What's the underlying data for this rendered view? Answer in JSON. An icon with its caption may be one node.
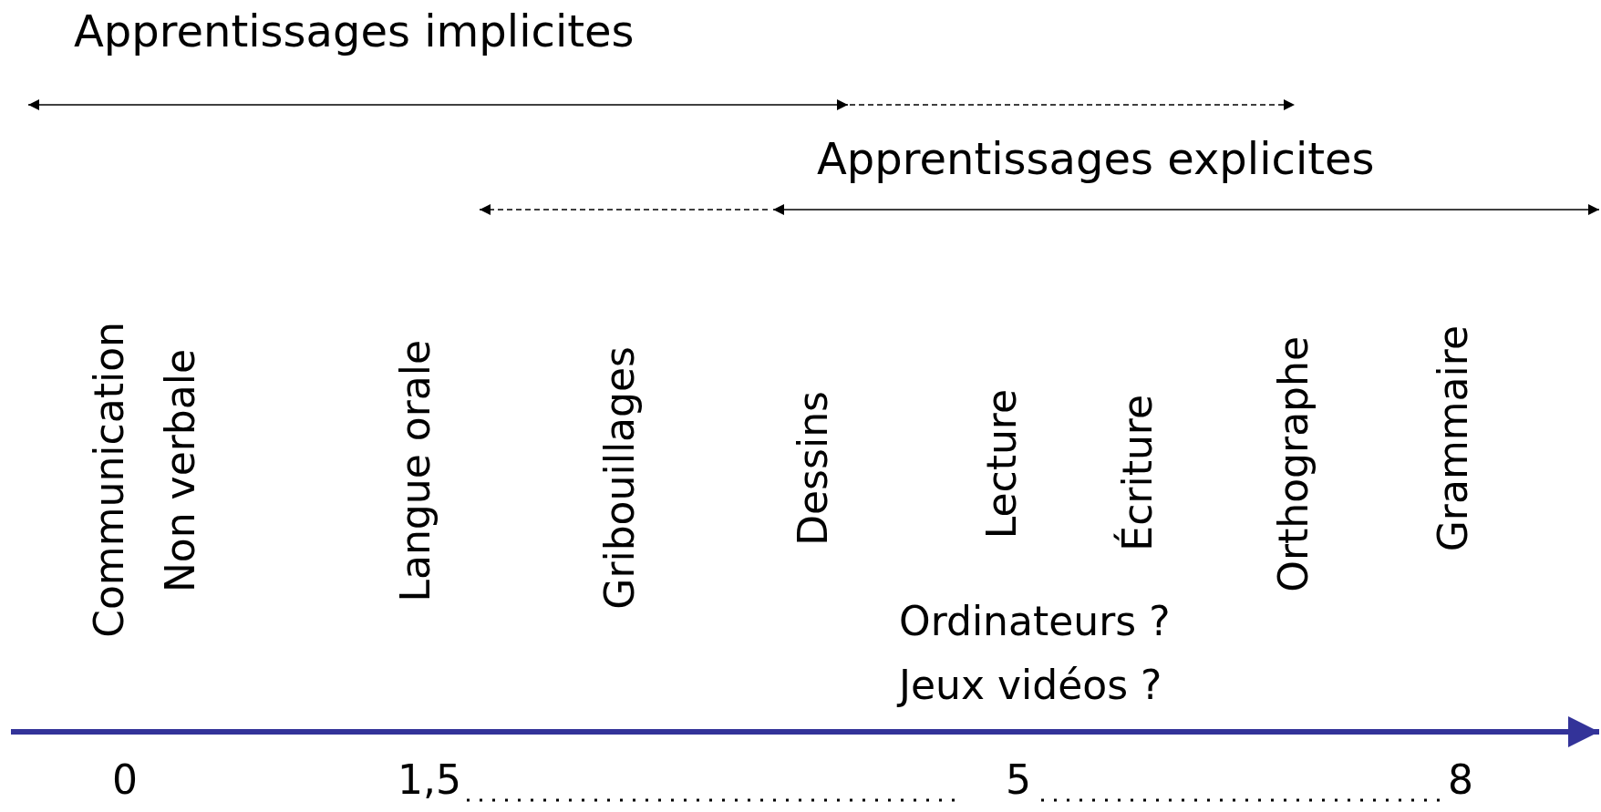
{
  "diagram": {
    "labels": [
      "Apprentissages implicites",
      "Apprentissages explicites",
      "Communication",
      "Non verbale",
      "Langue orale",
      "Gribouillages",
      "Dessins",
      "Lecture",
      "Écriture",
      "Orthographe",
      "Grammaire",
      "Ordinateurs ?",
      "Jeux vidéos ?",
      "0",
      "1,5",
      "5",
      "8"
    ]
  }
}
